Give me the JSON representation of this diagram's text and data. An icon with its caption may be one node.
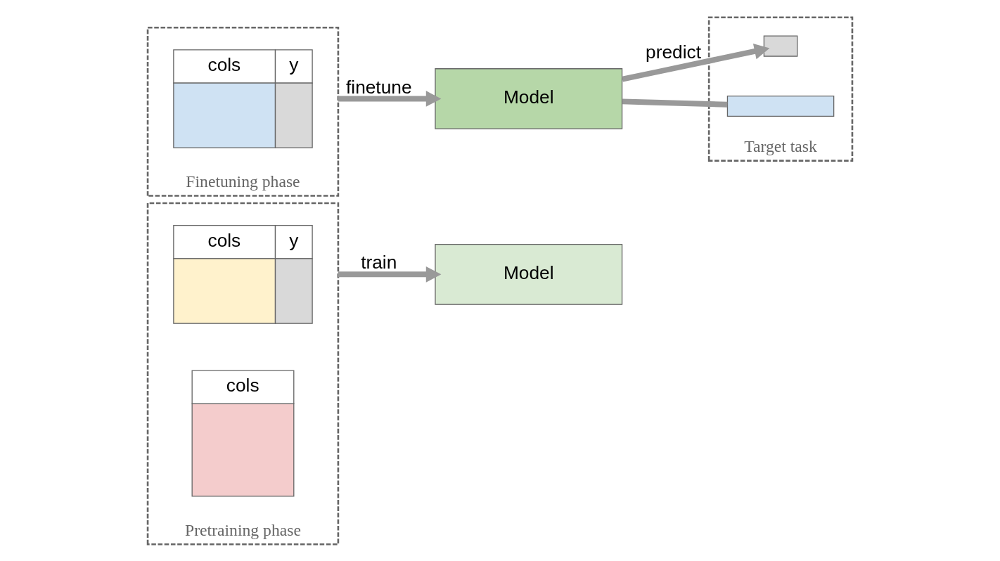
{
  "diagram": {
    "nodes": [
      {
        "text": [
          "Pretraining phase"
        ]
      },
      {
        "text": [
          "cols",
          "y"
        ],
        "in": 0
      },
      {
        "text": [
          "cols"
        ],
        "in": 0
      },
      {
        "text": [
          "Model"
        ]
      },
      {
        "text": [
          "Finetuning phase"
        ]
      },
      {
        "text": [
          "cols",
          "y"
        ],
        "in": 4
      },
      {
        "text": [
          "Model"
        ]
      },
      {
        "text": [
          "Target task"
        ]
      },
      {
        "text": [],
        "shape": "bar",
        "in": 7
      },
      {
        "text": [],
        "shape": "bar",
        "in": 7
      }
    ],
    "edges": [
      {
        "from": 0,
        "to": 3,
        "arrow": "to",
        "label": "train"
      },
      {
        "from": 4,
        "to": 6,
        "arrow": "to",
        "label": "finetune"
      },
      {
        "from": 8,
        "to": 6,
        "arrow": "none"
      },
      {
        "from": 6,
        "to": 9,
        "arrow": "to",
        "label": "predict"
      }
    ]
  }
}
